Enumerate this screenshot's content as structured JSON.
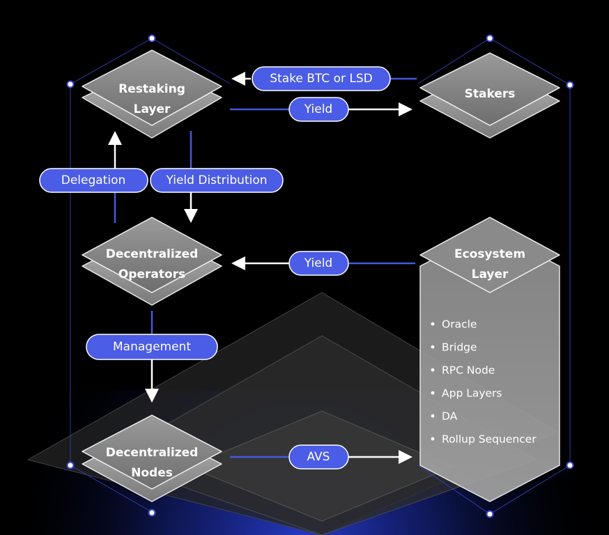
{
  "nodes": {
    "restaking": {
      "line1": "Restaking",
      "line2": "Layer"
    },
    "stakers": {
      "line1": "Stakers"
    },
    "operators": {
      "line1": "Decentralized",
      "line2": "Operators"
    },
    "ecosystem": {
      "line1": "Ecosystem",
      "line2": "Layer"
    },
    "nodes": {
      "line1": "Decentralized",
      "line2": "Nodes"
    }
  },
  "edges": {
    "stake": "Stake BTC or LSD",
    "yield_top": "Yield",
    "delegation": "Delegation",
    "yield_distribution": "Yield Distribution",
    "yield_mid": "Yield",
    "management": "Management",
    "avs": "AVS"
  },
  "ecosystem_items": [
    "Oracle",
    "Bridge",
    "RPC Node",
    "App Layers",
    "DA",
    "Rollup Sequencer"
  ],
  "colors": {
    "pill": "#4b5ce6",
    "pill_border": "#ffffff",
    "frame_line": "#3a48c8",
    "background": "#000000"
  }
}
